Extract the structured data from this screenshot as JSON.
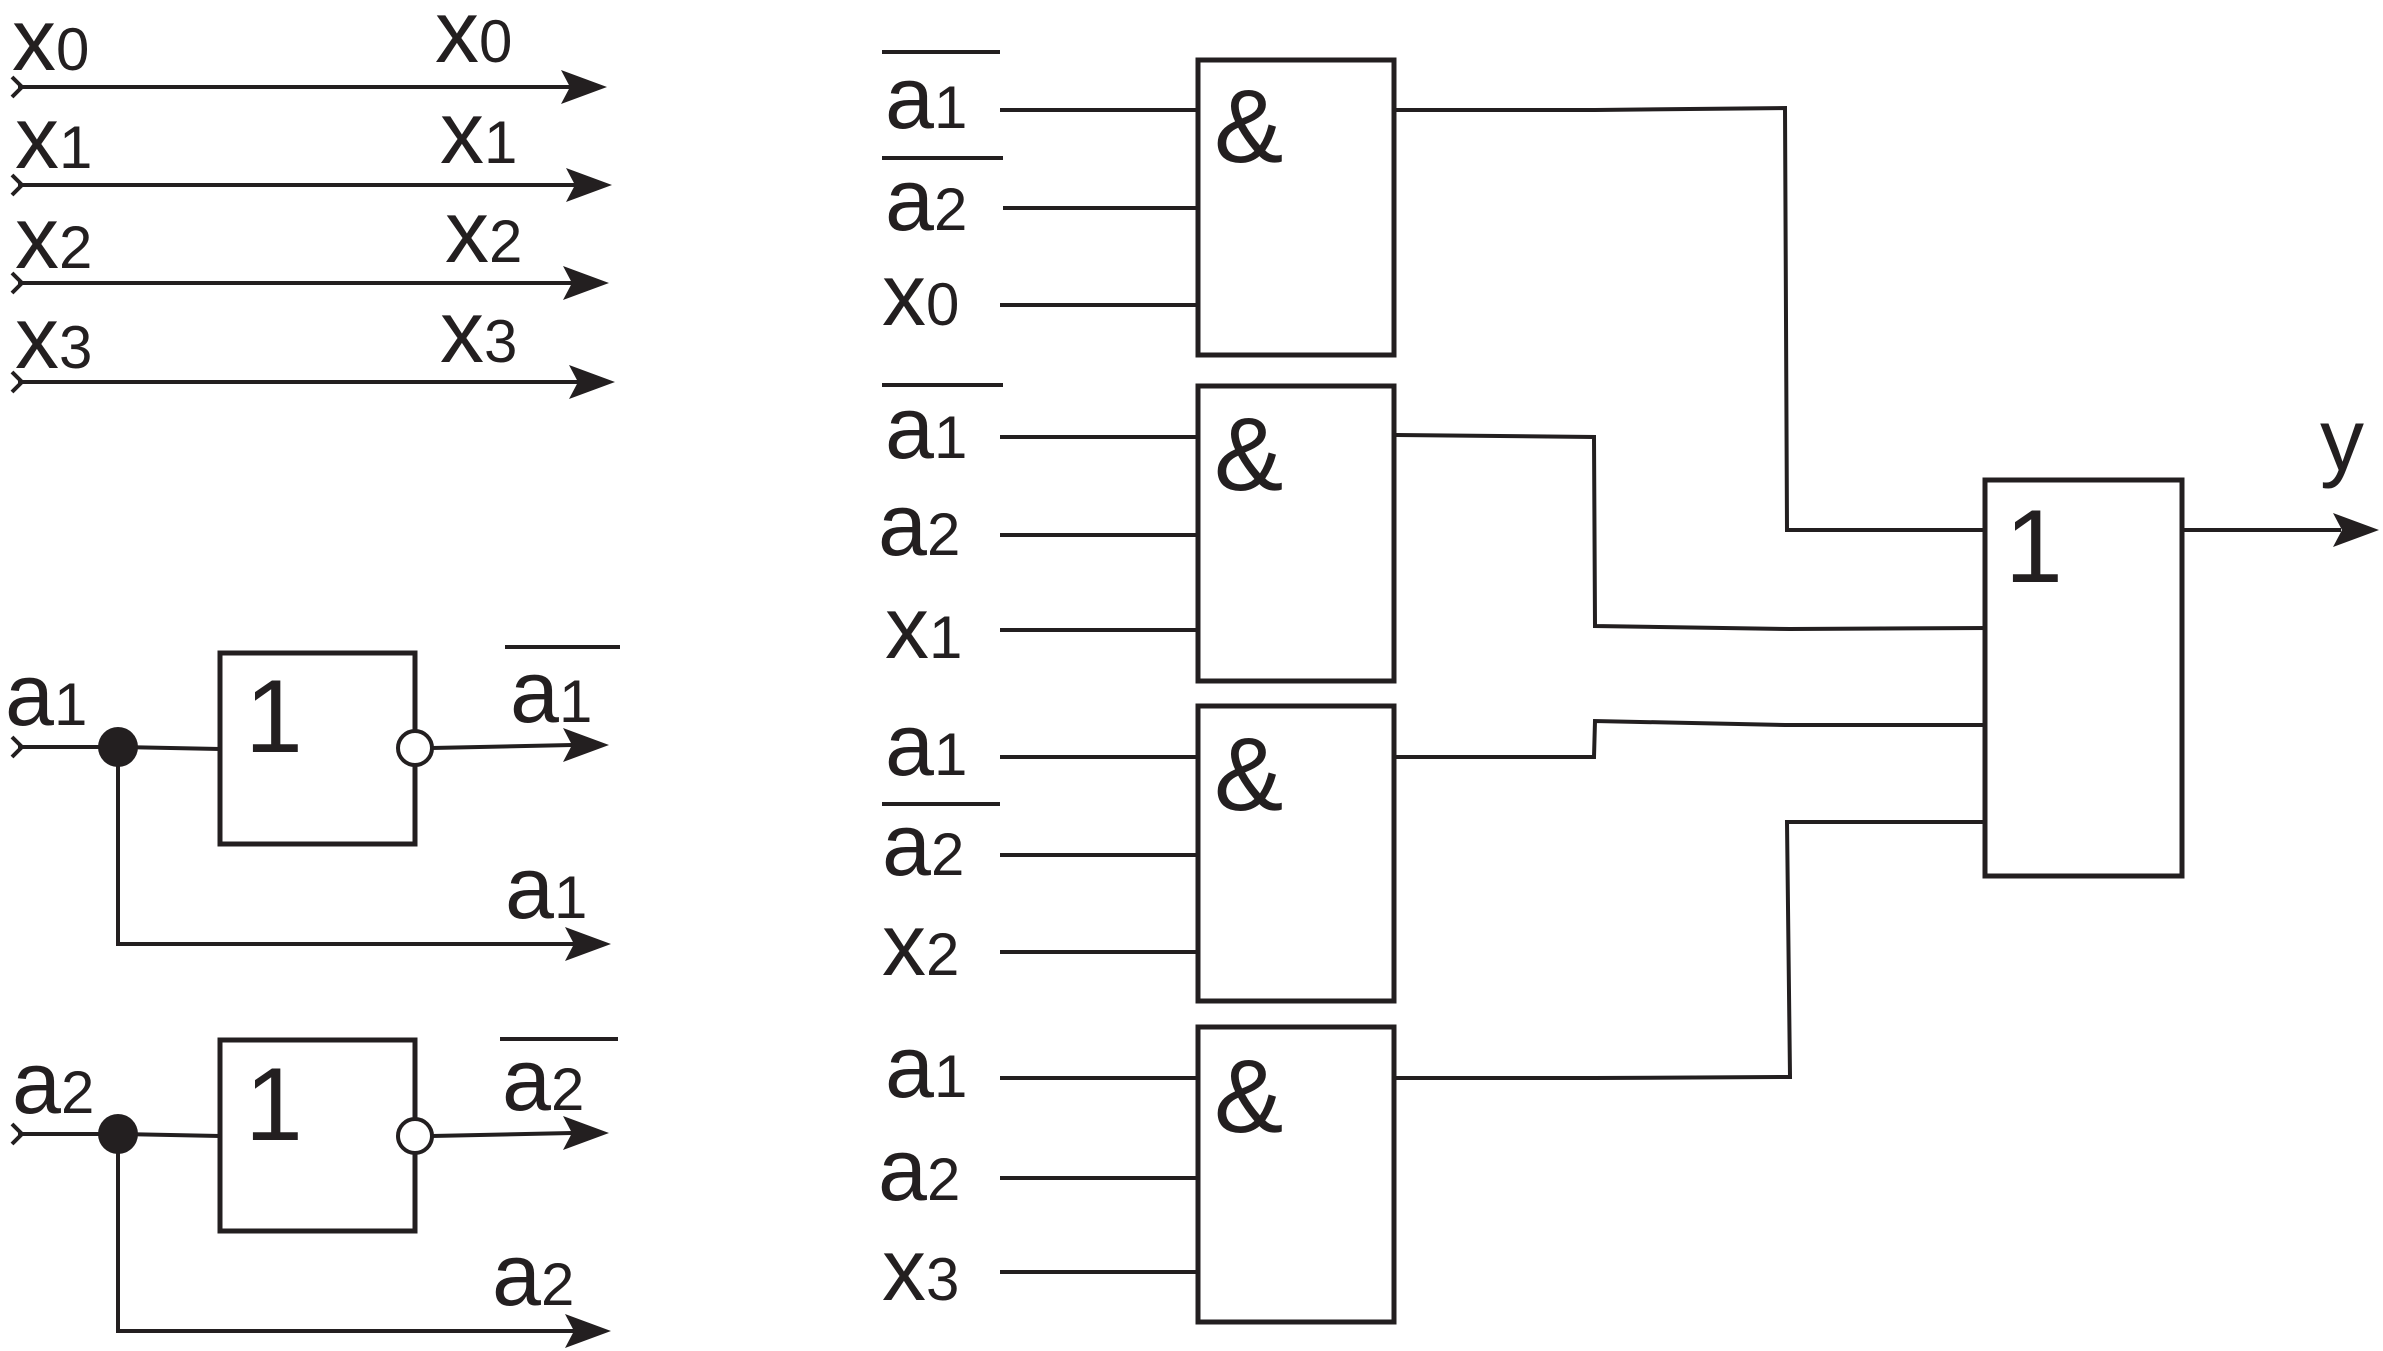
{
  "bus_signals": [
    {
      "letter": "x",
      "index": "0",
      "out_letter": "x",
      "out_index": "0"
    },
    {
      "letter": "x",
      "index": "1",
      "out_letter": "x",
      "out_index": "1"
    },
    {
      "letter": "x",
      "index": "2",
      "out_letter": "x",
      "out_index": "2"
    },
    {
      "letter": "x",
      "index": "3",
      "out_letter": "x",
      "out_index": "3"
    }
  ],
  "inverters": [
    {
      "input_letter": "a",
      "input_index": "1",
      "symbol": "1",
      "out_inv_letter": "a",
      "out_inv_index": "1",
      "out_direct_letter": "a",
      "out_direct_index": "1"
    },
    {
      "input_letter": "a",
      "input_index": "2",
      "symbol": "1",
      "out_inv_letter": "a",
      "out_inv_index": "2",
      "out_direct_letter": "a",
      "out_direct_index": "2"
    }
  ],
  "and_gates": [
    {
      "symbol": "&",
      "inputs": [
        {
          "letter": "a",
          "index": "1",
          "negated": true
        },
        {
          "letter": "a",
          "index": "2",
          "negated": true
        },
        {
          "letter": "x",
          "index": "0",
          "negated": false
        }
      ]
    },
    {
      "symbol": "&",
      "inputs": [
        {
          "letter": "a",
          "index": "1",
          "negated": true
        },
        {
          "letter": "a",
          "index": "2",
          "negated": false
        },
        {
          "letter": "x",
          "index": "1",
          "negated": false
        }
      ]
    },
    {
      "symbol": "&",
      "inputs": [
        {
          "letter": "a",
          "index": "1",
          "negated": false
        },
        {
          "letter": "a",
          "index": "2",
          "negated": true
        },
        {
          "letter": "x",
          "index": "2",
          "negated": false
        }
      ]
    },
    {
      "symbol": "&",
      "inputs": [
        {
          "letter": "a",
          "index": "1",
          "negated": false
        },
        {
          "letter": "a",
          "index": "2",
          "negated": false
        },
        {
          "letter": "x",
          "index": "3",
          "negated": false
        }
      ]
    }
  ],
  "or_gate": {
    "symbol": "1",
    "output_label": "y"
  },
  "colors": {
    "ink": "#231f20",
    "background": "#ffffff"
  }
}
